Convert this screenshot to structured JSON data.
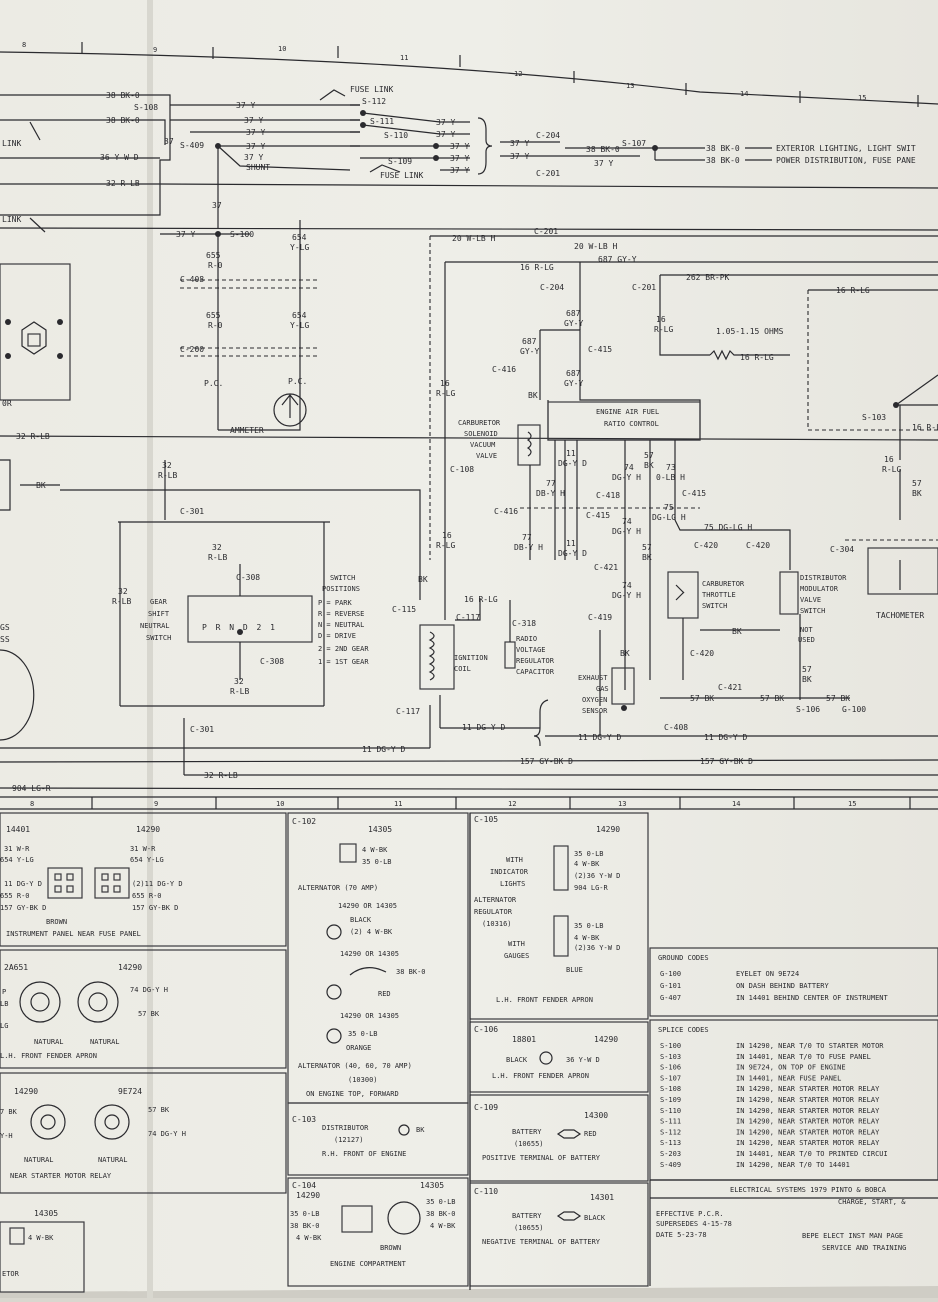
{
  "grid_top": [
    "8",
    "9",
    "10",
    "11",
    "12",
    "13",
    "14",
    "15"
  ],
  "grid_bottom": [
    "8",
    "9",
    "10",
    "11",
    "12",
    "13",
    "14",
    "15"
  ],
  "wires": {
    "w38bk_a": "38 BK-0",
    "s108": "S-108",
    "w38bk_b": "38 BK-0",
    "w37y_1": "37 Y",
    "w37y_2": "37 Y",
    "w37y_3": "37 Y",
    "w37y_4": "37 Y",
    "w37y_5": "37 Y",
    "s409": "S-409",
    "w37_v": "37",
    "link1": "LINK",
    "w36": "36 Y-W D",
    "w32_a": "32 R-LB",
    "shunt": "SHUNT",
    "link2": "LINK",
    "fuse_link_top": "FUSE LINK",
    "s112": "S-112",
    "s111": "S-111",
    "s110": "S-110",
    "s109": "S-109",
    "fuse_link_bot": "FUSE LINK",
    "w37y_r1": "37 Y",
    "w37y_r2": "37 Y",
    "w37y_r3": "37 Y",
    "w37y_r4": "37 Y",
    "w37y_r5": "37 Y",
    "c204": "C-204",
    "c201": "C-201",
    "w37y_c1": "37 Y",
    "w37y_c2": "37 Y",
    "w38bk_c": "38 BK-0",
    "w37y_c3": "37 Y",
    "s107": "S-107",
    "w38bk_d": "38 BK-0",
    "w38bk_e": "38 BK-0",
    "ext_light": "EXTERIOR LIGHTING, LIGHT SWIT",
    "pwr_dist": "POWER DISTRIBUTION, FUSE PANE",
    "w37_b": "37",
    "w37y_s100": "37 Y",
    "s100": "S-100",
    "w654_a": "654",
    "w654_a2": "Y-LG",
    "w655_a": "655",
    "w655_a2": "R-0",
    "c408a": "C-408",
    "w655_b": "655",
    "w655_b2": "R-0",
    "w654_b": "654",
    "w654_b2": "Y-LG",
    "c200": "C-200",
    "pc1": "P.C.",
    "pc2": "P.C.",
    "ammeter": "AMMETER",
    "or_label": "0R",
    "w32_b": "32 R-LB",
    "bk_a": "BK",
    "w32_c": "32",
    "w32_c2": "R-LB",
    "c301a": "C-301",
    "w32_d": "32",
    "w32_d2": "R-LB",
    "c308a": "C-308",
    "gear_shift": [
      "GEAR",
      "SHIFT",
      "NEUTRAL",
      "SWITCH"
    ],
    "w32_e": "32",
    "w32_e2": "R-LB",
    "switch_pos": [
      "SWITCH",
      "POSITIONS",
      "P = PARK",
      "R = REVERSE",
      "N = NEUTRAL",
      "D = DRIVE",
      "2 = 2ND GEAR",
      "1 = 1ST GEAR"
    ],
    "gear_letters": "P R N D 2 1",
    "c308b": "C-308",
    "w32_f": "32",
    "w32_f2": "R-LB",
    "c301b": "C-301",
    "w11a": "11 DG-Y D",
    "w32_g": "32 R-LB",
    "w904": "904 LG-R",
    "w157a": "157 GY-BK D",
    "w157b": "157 GY-BK D",
    "w20a": "20 W-LB H",
    "c201b": "C-201",
    "w20b": "20 W-LB H",
    "w16a": "16 R-LG",
    "w687a": "687 GY-Y",
    "w262": "262 BR-PK",
    "c204b": "C-204",
    "c201c": "C-201",
    "w687b": "687",
    "w687b2": "GY-Y",
    "w16b": "16",
    "w16b2": "R-LG",
    "ohms": "1.05-1.15 OHMS",
    "w16c": "16 R-LG",
    "w687c": "687",
    "w687c2": "GY-Y",
    "c415a": "C-415",
    "w687d": "687",
    "w687d2": "GY-Y",
    "c416a": "C-416",
    "bk_b": "BK",
    "w16d": "16",
    "w16d2": "R-LG",
    "c108": "C-108",
    "carb_sol": [
      "CARBURETOR",
      "SOLENOID",
      "VACUUM",
      "VALVE"
    ],
    "eafc": [
      "ENGINE AIR FUEL",
      "RATIO CONTROL"
    ],
    "w11b": "11",
    "w11b2": "DG-Y D",
    "w74a": "74",
    "w74a2": "DG-Y H",
    "w57a": "57",
    "w57a2": "BK",
    "w73": "73",
    "w73b": "0-LB H",
    "w77a": "77",
    "w77a2": "DB-Y H",
    "c418": "C-418",
    "c415b": "C-415",
    "c416b": "C-416",
    "c415c": "C-415",
    "w74b": "74",
    "w74b2": "DG-Y H",
    "w75": "75",
    "w75b": "DG-LG H",
    "w77b": "77",
    "w77b2": "DB-Y H",
    "w11c": "11",
    "w11c2": "DG-Y D",
    "w75c": "75 DG-LG H",
    "c420a": "C-420",
    "c420b": "C-420",
    "w57b": "57",
    "w57b2": "BK",
    "c421a": "C-421",
    "w74c": "74",
    "w74c2": "DG-Y H",
    "c419": "C-419",
    "w16e": "16",
    "w16e2": "R-LG",
    "bk_c": "BK",
    "c115": "C-115",
    "w16f": "16 R-LG",
    "c117a": "C-117",
    "c318": "C-318",
    "ign_coil": [
      "IGNITION",
      "COIL"
    ],
    "radio_cap": [
      "RADIO",
      "VOLTAGE",
      "REGULATOR",
      "CAPACITOR"
    ],
    "carb_throttle": [
      "CARBURETOR",
      "THROTTLE",
      "SWITCH"
    ],
    "dist_mod": [
      "DISTRIBUTOR",
      "MODULATOR",
      "VALVE",
      "SWITCH"
    ],
    "bk_d": "BK",
    "c420c": "C-420",
    "not_used": [
      "NOT",
      "USED"
    ],
    "exh_sensor": [
      "EXHAUST",
      "GAS",
      "OXYGEN",
      "SENSOR"
    ],
    "bk_e": "BK",
    "c117b": "C-117",
    "w11d": "11 DG-Y D",
    "w57c": "57 BK",
    "c421b": "C-421",
    "w57d": "57 BK",
    "w57e": "57",
    "w57e2": "BK",
    "w57f": "57 BK",
    "s106": "S-106",
    "g100": "G-100",
    "w11e": "11 DG-Y D",
    "c408b": "C-408",
    "w11f": "11 DG-Y D",
    "w16g": "16 R-LG",
    "s103": "S-103",
    "w16h": "16 R-LG",
    "w16i": "16",
    "w16i2": "R-LG",
    "w57g": "57",
    "w57g2": "BK",
    "c304": "C-304",
    "tachometer": "TACHOMETER",
    "left_gss": [
      "GS",
      "SS"
    ]
  },
  "connectors": {
    "p1": {
      "num_a": "14401",
      "num_b": "14290",
      "a_lines": [
        "31 W-R",
        "654 Y-LG",
        "11 DG-Y D",
        "655 R-0",
        "157 GY-BK D"
      ],
      "b_lines": [
        "31 W-R",
        "654 Y-LG",
        "(2)11 DG-Y D",
        "655 R-0",
        "157 GY-BK D"
      ],
      "note": "BROWN",
      "loc": "INSTRUMENT PANEL NEAR FUSE PANEL"
    },
    "p2": {
      "num_a": "2A651",
      "num_b": "14290",
      "lines": [
        "74 DG-Y H",
        "57 BK"
      ],
      "left": [
        "P",
        "LB",
        "LG"
      ],
      "nat1": "NATURAL",
      "nat2": "NATURAL",
      "loc": "L.H. FRONT FENDER APRON"
    },
    "p3": {
      "num_a": "14290",
      "num_b": "9E724",
      "lines": [
        "57 BK",
        "74 DG-Y H"
      ],
      "left": [
        "7 BK",
        "Y-H"
      ],
      "nat1": "NATURAL",
      "nat2": "NATURAL",
      "loc": "NEAR STARTER MOTOR RELAY"
    },
    "p4": {
      "num": "14305",
      "line": "4 W-BK",
      "loc": "ETOR"
    },
    "c102": {
      "id": "C-102",
      "num": "14305",
      "lines": [
        "4 W-BK",
        "35 0-LB"
      ],
      "alt70": "ALTERNATOR (70 AMP)",
      "num2": "14290 OR 14305",
      "black": "BLACK",
      "blk_line": "(2) 4 W-BK",
      "num3": "14290 OR 14305",
      "w38": "38 BK-0",
      "red": "RED",
      "num4": "14290 OR 14305",
      "w35": "35 0-LB",
      "orange": "ORANGE",
      "alt_b": "ALTERNATOR (40, 60, 70 AMP)",
      "alt_b2": "(10300)",
      "loc": "ON ENGINE TOP, FORWARD"
    },
    "c103": {
      "id": "C-103",
      "name": "DISTRIBUTOR",
      "num": "(12127)",
      "line": "BK",
      "loc": "R.H. FRONT OF ENGINE"
    },
    "c104": {
      "id": "C-104",
      "num_a": "14290",
      "num_b": "14305",
      "left": [
        "35 0-LB",
        "38 BK-0",
        "4 W-BK"
      ],
      "right": [
        "35 0-LB",
        "38 BK-0",
        "4 W-BK"
      ],
      "note": "BROWN",
      "loc": "ENGINE COMPARTMENT"
    },
    "c105": {
      "id": "C-105",
      "num": "14290",
      "lbl1": [
        "WITH",
        "INDICATOR",
        "LIGHTS"
      ],
      "lines1": [
        "35 0-LB",
        "4 W-BK",
        "(2)36 Y-W D",
        "904 LG-R"
      ],
      "alt_reg": [
        "ALTERNATOR",
        "REGULATOR",
        "(10316)"
      ],
      "lbl2": [
        "WITH",
        "GAUGES"
      ],
      "lines2": [
        "35 0-LB",
        "4 W-BK",
        "(2)36 Y-W D"
      ],
      "blue": "BLUE",
      "loc": "L.H. FRONT FENDER APRON"
    },
    "c106": {
      "id": "C-106",
      "num_a": "18801",
      "num_b": "14290",
      "left": "BLACK",
      "right": "36 Y-W D",
      "loc": "L.H. FRONT FENDER APRON"
    },
    "c109": {
      "id": "C-109",
      "num": "14300",
      "name": "BATTERY",
      "code": "(10655)",
      "color": "RED",
      "loc": "POSITIVE TERMINAL OF BATTERY"
    },
    "c110": {
      "id": "C-110",
      "num": "14301",
      "name": "BATTERY",
      "code": "(10655)",
      "color": "BLACK",
      "loc": "NEGATIVE TERMINAL OF BATTERY"
    }
  },
  "ground_codes": {
    "title": "GROUND CODES",
    "rows": [
      [
        "G-100",
        "EYELET ON 9E724"
      ],
      [
        "G-101",
        "ON DASH BEHIND BATTERY"
      ],
      [
        "G-407",
        "IN 14401 BEHIND CENTER OF INSTRUMENT"
      ]
    ]
  },
  "splice_codes": {
    "title": "SPLICE CODES",
    "rows": [
      [
        "S-100",
        "IN 14290, NEAR T/0 TO STARTER MOTOR"
      ],
      [
        "S-103",
        "IN 14401, NEAR T/0 TO FUSE PANEL"
      ],
      [
        "S-106",
        "IN 9E724, ON TOP OF ENGINE"
      ],
      [
        "S-107",
        "IN 14401, NEAR FUSE PANEL"
      ],
      [
        "S-108",
        "IN 14290, NEAR STARTER MOTOR RELAY"
      ],
      [
        "S-109",
        "IN 14290, NEAR STARTER MOTOR RELAY"
      ],
      [
        "S-110",
        "IN 14290, NEAR STARTER MOTOR RELAY"
      ],
      [
        "S-111",
        "IN 14290, NEAR STARTER MOTOR RELAY"
      ],
      [
        "S-112",
        "IN 14290, NEAR STARTER MOTOR RELAY"
      ],
      [
        "S-113",
        "IN 14290, NEAR STARTER MOTOR RELAY"
      ],
      [
        "S-203",
        "IN 14401, NEAR T/0 TO PRINTED CIRCUI"
      ],
      [
        "S-409",
        "IN 14290, NEAR T/0 TO 14401"
      ]
    ]
  },
  "title_block": {
    "l1": "ELECTRICAL SYSTEMS 1979 PINTO & BOBCA",
    "l2": "CHARGE, START, &",
    "eff": "EFFECTIVE P.C.R.",
    "sup": "SUPERSEDES 4-15-78",
    "date": "DATE 5-23-78",
    "r1": "BEPE ELECT INST MAN PAGE",
    "r2": "SERVICE AND TRAINING"
  }
}
